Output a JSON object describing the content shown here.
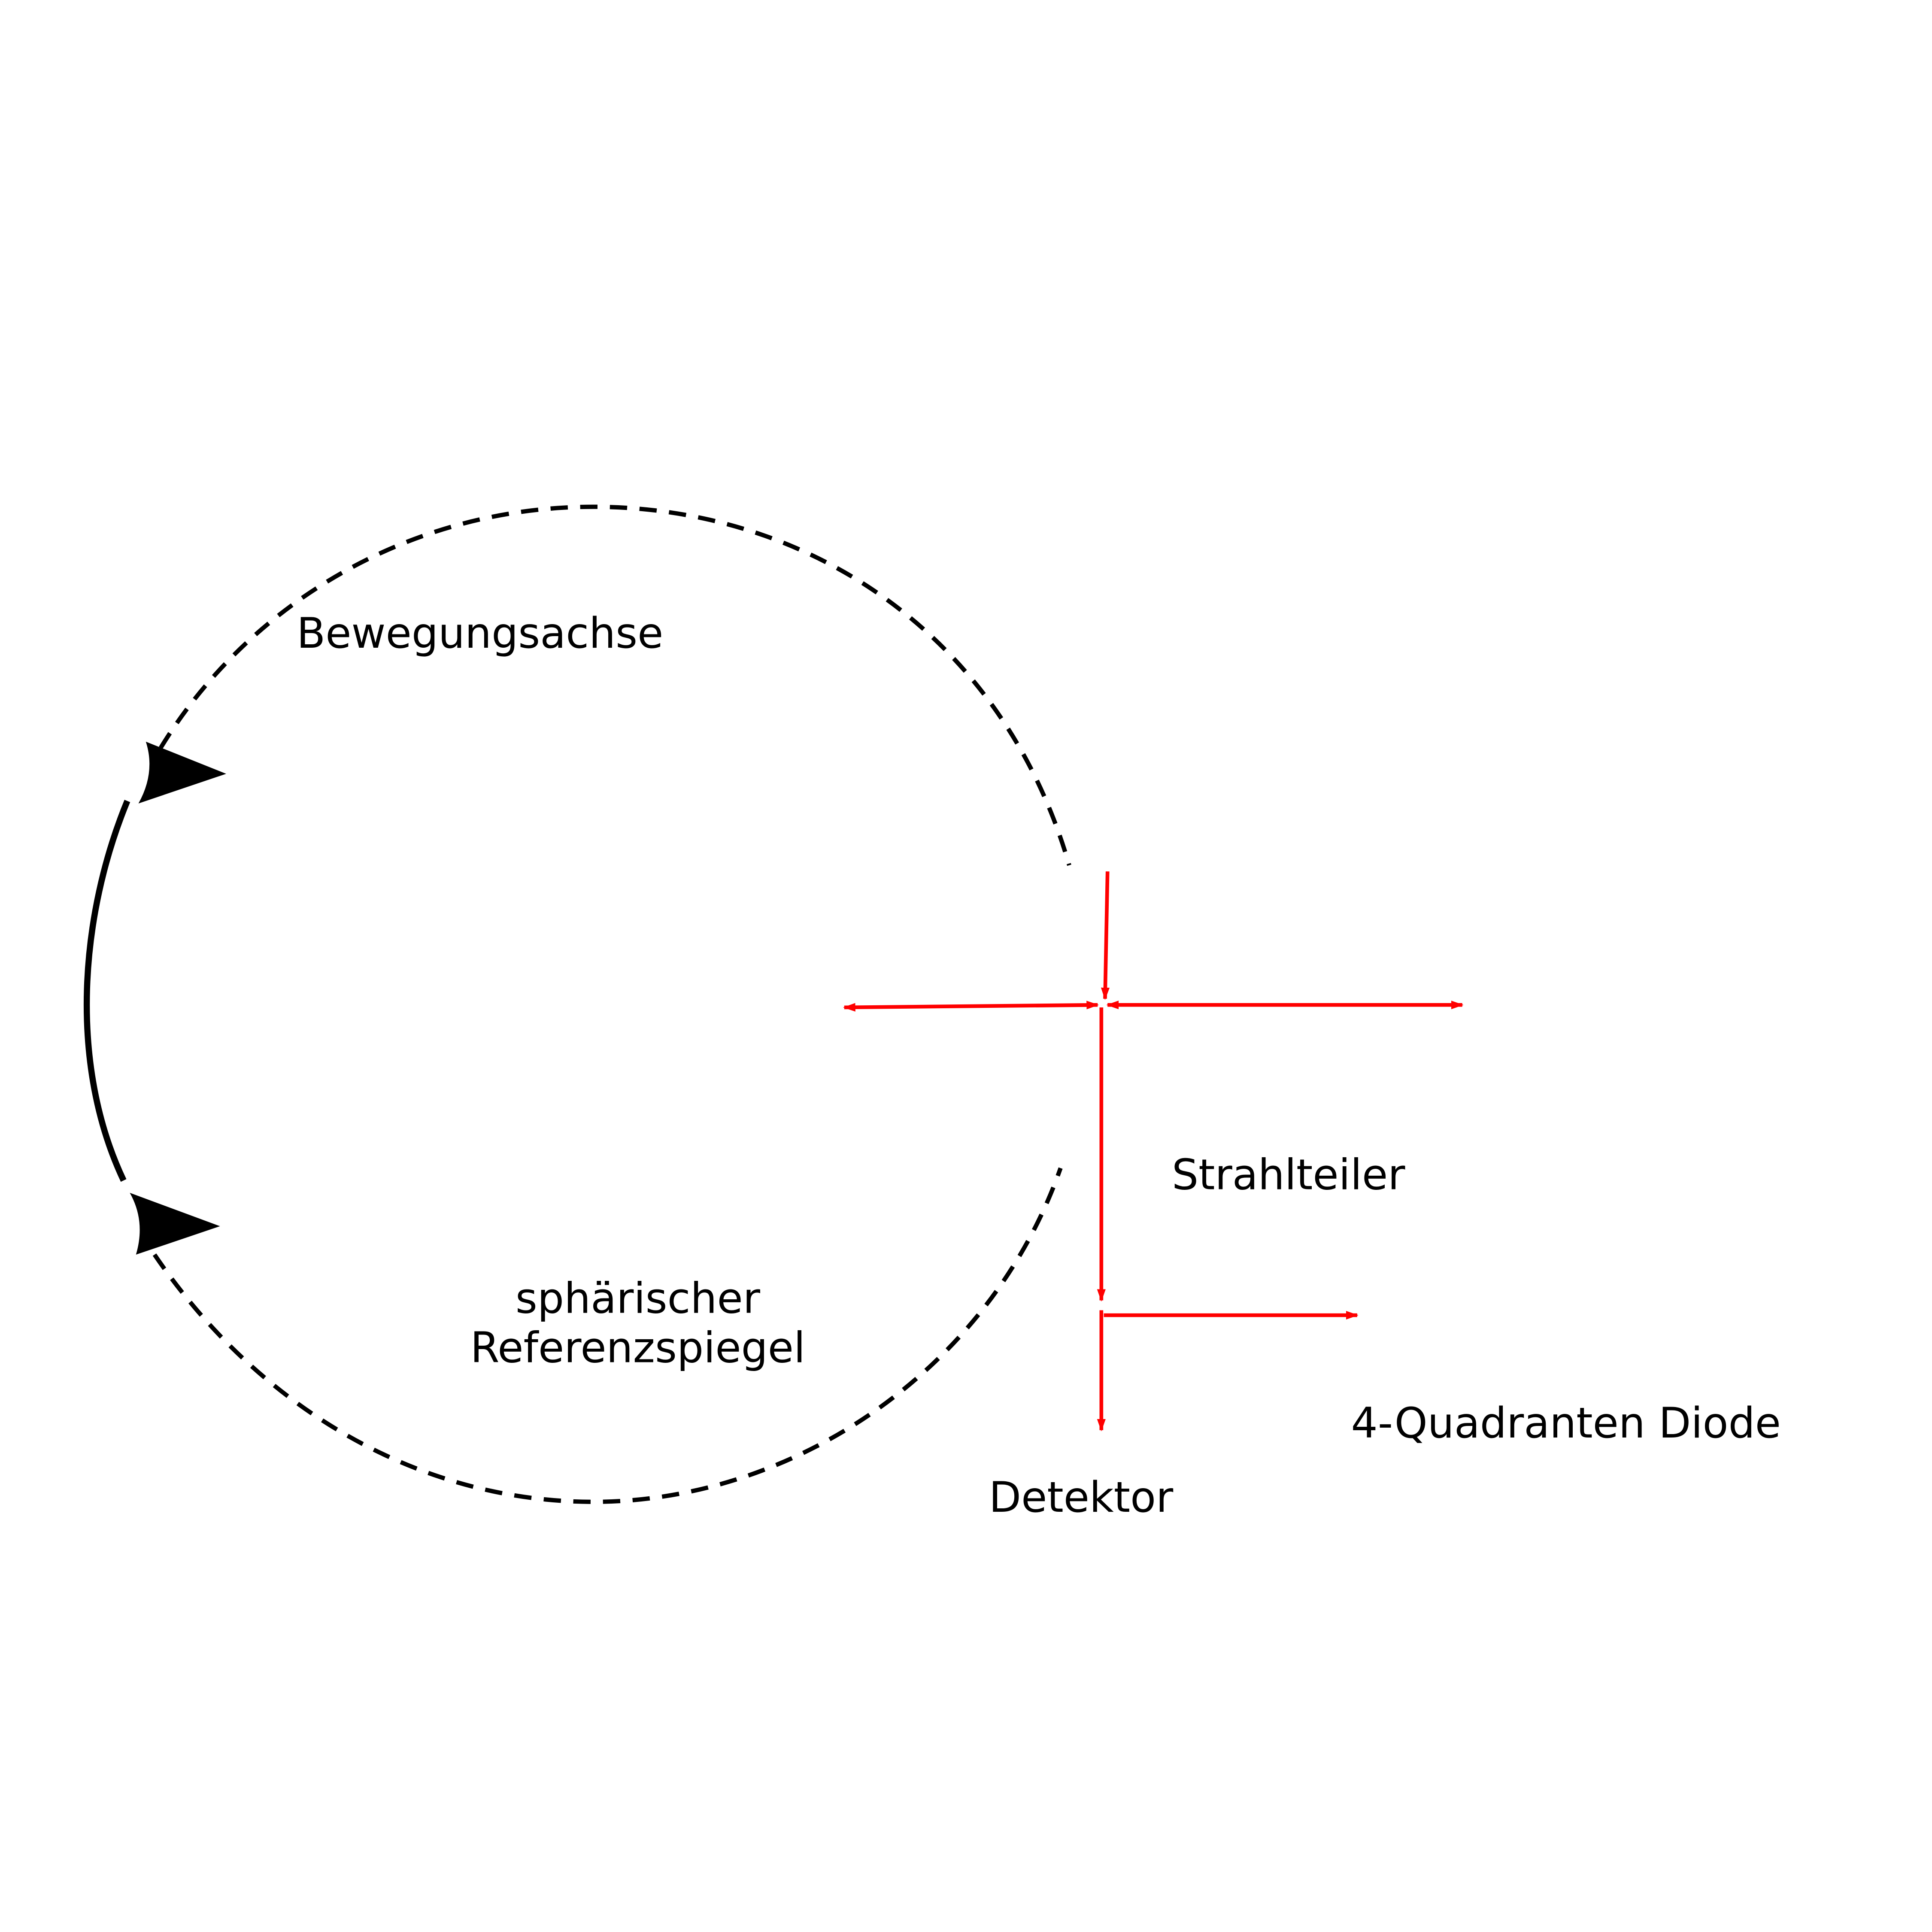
{
  "labels": {
    "motion_axis": "Bewegungsachse",
    "mirror_line1": "sphärischer",
    "mirror_line2": "Referenzspiegel",
    "beam_splitter": "Strahlteiler",
    "quadrant_diode": "4-Quadranten Diode",
    "detector": "Detektor"
  },
  "colors": {
    "beam": "#ff0000",
    "outline": "#000000",
    "background": "#ffffff"
  }
}
